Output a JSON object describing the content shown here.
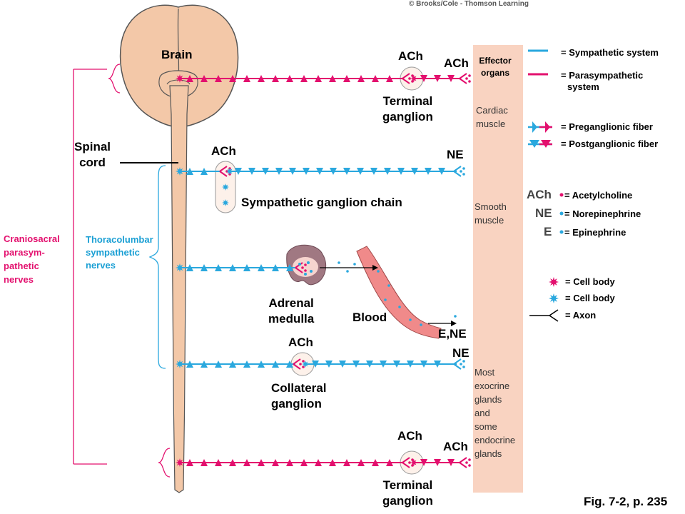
{
  "colors": {
    "sympathetic": "#2aa8de",
    "parasympathetic": "#e3106e",
    "brain": "#f3c8a8",
    "brain_outline": "#555555",
    "effector_band": "#f9d3c1",
    "adrenal": "#a07882",
    "blood_vessel": "#f08a8a"
  },
  "copyright": "© Brooks/Cole - Thomson Learning",
  "figure_caption": "Fig. 7-2, p. 235",
  "labels": {
    "brain": "Brain",
    "spinal_cord": [
      "Spinal",
      "cord"
    ],
    "craniosacral": [
      "Craniosacral",
      "parasym-",
      "pathetic",
      "nerves"
    ],
    "thoracolumbar": [
      "Thoracolumbar",
      "sympathetic",
      "nerves"
    ],
    "ach_terminal_top": "ACh",
    "ach_effector_top": "ACh",
    "terminal_ganglion_top": [
      "Terminal",
      "ganglion"
    ],
    "ach_chain": "ACh",
    "ne_chain": "NE",
    "sympathetic_chain": "Sympathetic ganglion chain",
    "adrenal_medulla": [
      "Adrenal",
      "medulla"
    ],
    "blood": "Blood",
    "e_ne": "E,NE",
    "ach_collateral": "ACh",
    "ne_collateral": "NE",
    "collateral_ganglion": [
      "Collateral",
      "ganglion"
    ],
    "ach_terminal_bottom": "ACh",
    "ach_effector_bottom": "ACh",
    "terminal_ganglion_bottom": [
      "Terminal",
      "ganglion"
    ]
  },
  "effector": {
    "title": [
      "Effector",
      "organs"
    ],
    "cardiac": [
      "Cardiac",
      "muscle"
    ],
    "smooth": [
      "Smooth",
      "muscle"
    ],
    "glands": [
      "Most",
      "exocrine",
      "glands",
      "and",
      "some",
      "endocrine",
      "glands"
    ]
  },
  "legend": {
    "sympathetic": "= Sympathetic system",
    "parasympathetic": [
      "= Parasympathetic",
      "system"
    ],
    "preganglionic": "= Preganglionic fiber",
    "postganglionic": "= Postganglionic fiber",
    "ach_abbr": "ACh",
    "ach": "= Acetylcholine",
    "ne_abbr": "NE",
    "ne": "= Norepinephrine",
    "e_abbr": "E",
    "e": "= Epinephrine",
    "cell_body_para": "= Cell body",
    "cell_body_symp": "= Cell body",
    "axon": "= Axon"
  }
}
